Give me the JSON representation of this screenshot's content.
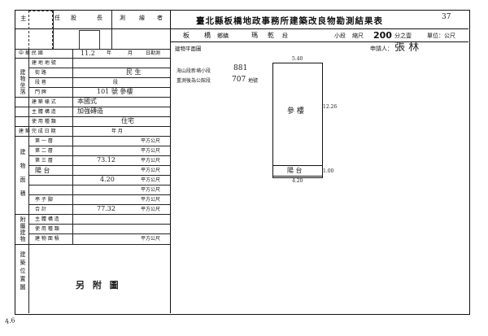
{
  "header": {
    "title": "臺北縣板橋地政事務所建築改良物勘測結果表",
    "owner_label": "主",
    "seal_labels": [
      "任",
      "股",
      "長",
      "測",
      "繪",
      "者"
    ],
    "district": "板",
    "district_suffix": "橋",
    "town_label": "鄉鎮",
    "section_label": "段",
    "section_value": "瑪",
    "section_value2": "乾",
    "subsection_label": "小段",
    "scale_label": "縮尺",
    "scale_value": "200",
    "scale_suffix": "分之壹",
    "unit_label": "單位：公尺",
    "plan_label": "建物平面圖",
    "applicant_label": "申請人：",
    "applicant_value": "張 林"
  },
  "left": {
    "date_row": {
      "label": "中 華 民 國",
      "year_unit": "年",
      "month_unit": "月",
      "day_unit": "日勘測",
      "value": "11.2"
    },
    "rows": [
      {
        "label": "建 地 地 號",
        "value": ""
      },
      {
        "label": "街 路",
        "value": "民 生"
      },
      {
        "label": "段 巷",
        "value": "段"
      },
      {
        "label": "門 牌",
        "value": "101 號 參樓"
      },
      {
        "label": "建 築 樣 式",
        "value": "本國式"
      },
      {
        "label": "主 體 構 造",
        "value": "加強磚造"
      },
      {
        "label": "使 用 種 類",
        "value": "住宅"
      },
      {
        "label": "建 築 完 成 日 期",
        "value": "年 月"
      }
    ],
    "vertical_groups": [
      "建物坐落",
      "建物面積",
      "附屬建物",
      "建築位置圖"
    ],
    "area_rows": [
      {
        "label": "第 一 層",
        "value": "",
        "unit": "平方公尺"
      },
      {
        "label": "第 二 層",
        "value": "",
        "unit": "平方公尺"
      },
      {
        "label": "第 三 層",
        "value": "73.12",
        "unit": "平方公尺"
      },
      {
        "label": "陽 台",
        "value": "4.20",
        "unit": "平方公尺"
      },
      {
        "label": "",
        "value": "",
        "unit": "平方公尺"
      },
      {
        "label": "",
        "value": "",
        "unit": "平方公尺"
      },
      {
        "label": "亭 子 腳",
        "value": "",
        "unit": "平方公尺"
      },
      {
        "label": "合 計",
        "value": "77.32",
        "unit": "平方公尺"
      }
    ],
    "accessory_rows": [
      {
        "label": "主 體 構 造",
        "value": ""
      },
      {
        "label": "使 用 種 類",
        "value": ""
      },
      {
        "label": "建 物 面 積",
        "value": "平方公尺"
      }
    ],
    "location_note": "另 附 圖"
  },
  "plan": {
    "address_line1": "海山段新埔小段",
    "address_num1": "881",
    "address_line2": "重測後為公館段",
    "address_num2": "707",
    "address_suffix": "地號",
    "top_dim": "5.40",
    "right_dim": "12.26",
    "room_label": "參 樓",
    "balcony_label": "陽 台",
    "bottom_dim": "4.20",
    "bottom_left_dim": "1.00"
  },
  "corner_mark": "4.6"
}
